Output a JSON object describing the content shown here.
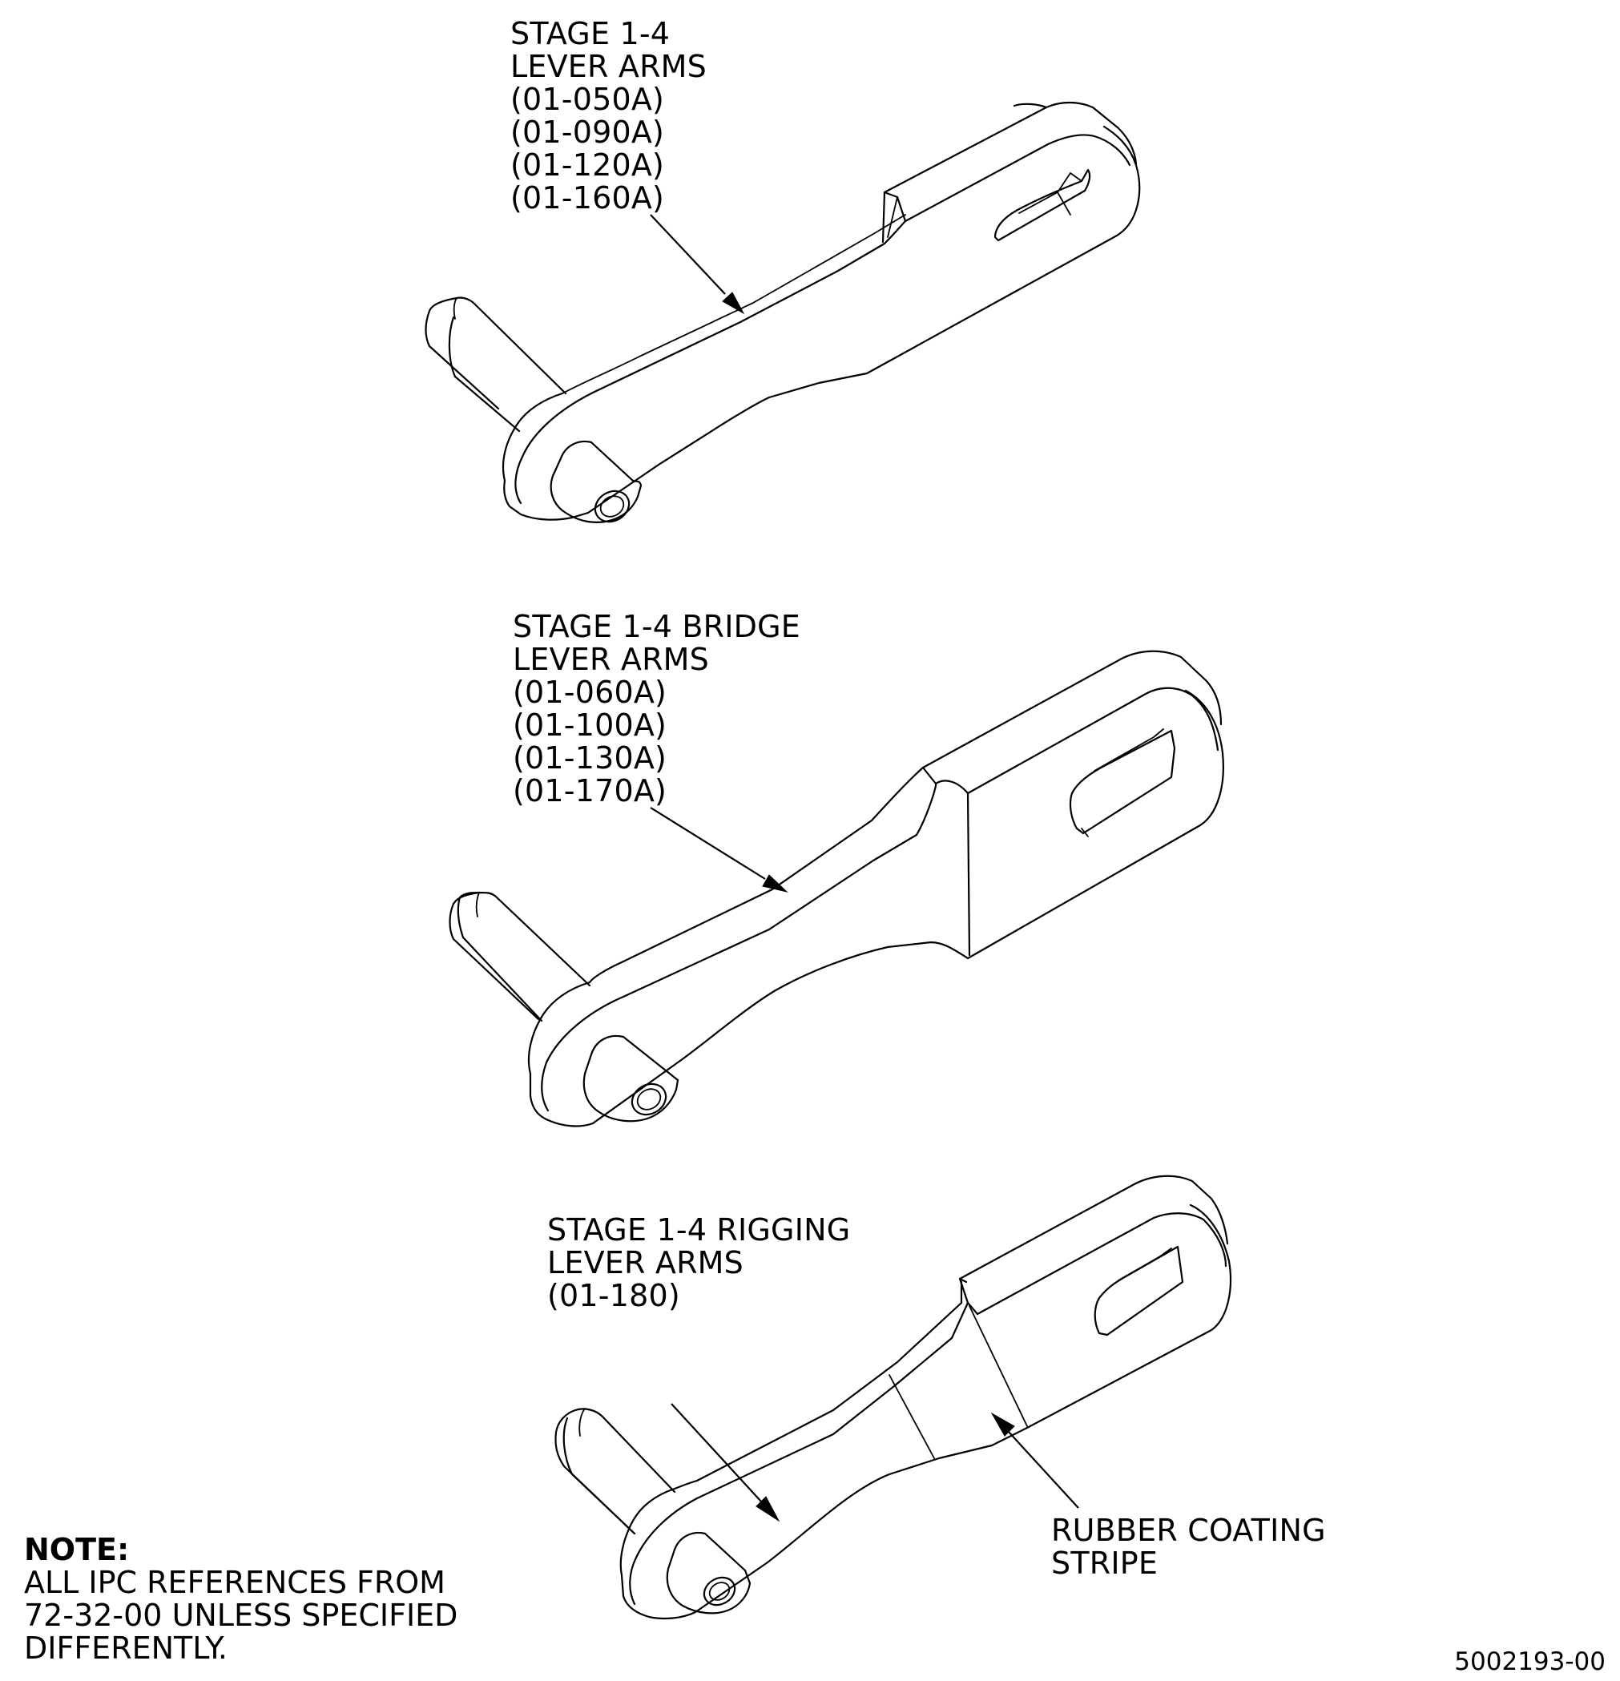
{
  "diagram": {
    "callouts": [
      {
        "id": "stage-1-4-lever-arms",
        "lines": [
          "STAGE 1-4",
          "LEVER ARMS",
          "(01-050A)",
          "(01-090A)",
          "(01-120A)",
          "(01-160A)"
        ]
      },
      {
        "id": "stage-1-4-bridge-lever-arms",
        "lines": [
          "STAGE 1-4 BRIDGE",
          "LEVER ARMS",
          "(01-060A)",
          "(01-100A)",
          "(01-130A)",
          "(01-170A)"
        ]
      },
      {
        "id": "stage-1-4-rigging-lever-arms",
        "lines": [
          "STAGE 1-4 RIGGING",
          "LEVER ARMS",
          "(01-180)"
        ]
      },
      {
        "id": "rubber-coating-stripe",
        "lines": [
          "RUBBER COATING",
          "STRIPE"
        ]
      }
    ],
    "note": {
      "title": "NOTE:",
      "lines": [
        "ALL IPC REFERENCES FROM",
        "72-32-00 UNLESS SPECIFIED",
        "DIFFERENTLY."
      ]
    },
    "drawing_number": "5002193-00"
  }
}
